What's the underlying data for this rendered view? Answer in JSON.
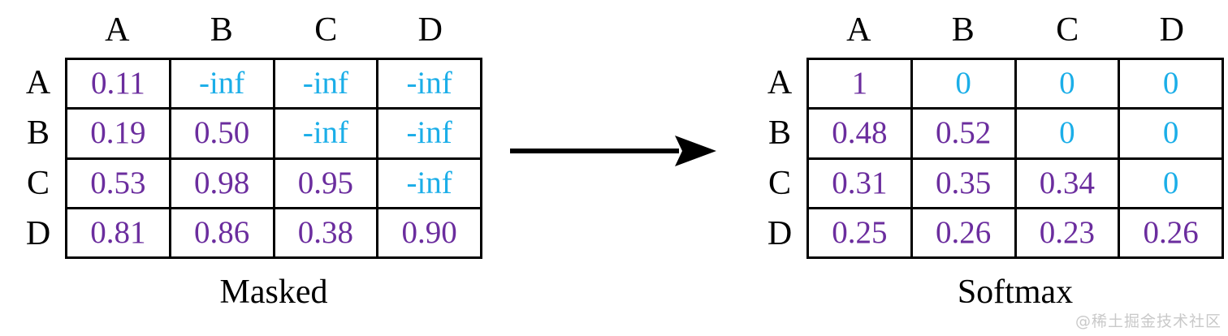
{
  "figures": [
    {
      "id": "masked",
      "caption": "Masked",
      "col_headers": [
        "A",
        "B",
        "C",
        "D"
      ],
      "row_labels": [
        "A",
        "B",
        "C",
        "D"
      ],
      "rows": [
        [
          {
            "text": "0.11",
            "kind": "number"
          },
          {
            "text": "-inf",
            "kind": "mask"
          },
          {
            "text": "-inf",
            "kind": "mask"
          },
          {
            "text": "-inf",
            "kind": "mask"
          }
        ],
        [
          {
            "text": "0.19",
            "kind": "number"
          },
          {
            "text": "0.50",
            "kind": "number"
          },
          {
            "text": "-inf",
            "kind": "mask"
          },
          {
            "text": "-inf",
            "kind": "mask"
          }
        ],
        [
          {
            "text": "0.53",
            "kind": "number"
          },
          {
            "text": "0.98",
            "kind": "number"
          },
          {
            "text": "0.95",
            "kind": "number"
          },
          {
            "text": "-inf",
            "kind": "mask"
          }
        ],
        [
          {
            "text": "0.81",
            "kind": "number"
          },
          {
            "text": "0.86",
            "kind": "number"
          },
          {
            "text": "0.38",
            "kind": "number"
          },
          {
            "text": "0.90",
            "kind": "number"
          }
        ]
      ]
    },
    {
      "id": "softmax",
      "caption": "Softmax",
      "col_headers": [
        "A",
        "B",
        "C",
        "D"
      ],
      "row_labels": [
        "A",
        "B",
        "C",
        "D"
      ],
      "rows": [
        [
          {
            "text": "1",
            "kind": "number"
          },
          {
            "text": "0",
            "kind": "mask"
          },
          {
            "text": "0",
            "kind": "mask"
          },
          {
            "text": "0",
            "kind": "mask"
          }
        ],
        [
          {
            "text": "0.48",
            "kind": "number"
          },
          {
            "text": "0.52",
            "kind": "number"
          },
          {
            "text": "0",
            "kind": "mask"
          },
          {
            "text": "0",
            "kind": "mask"
          }
        ],
        [
          {
            "text": "0.31",
            "kind": "number"
          },
          {
            "text": "0.35",
            "kind": "number"
          },
          {
            "text": "0.34",
            "kind": "number"
          },
          {
            "text": "0",
            "kind": "mask"
          }
        ],
        [
          {
            "text": "0.25",
            "kind": "number"
          },
          {
            "text": "0.26",
            "kind": "number"
          },
          {
            "text": "0.23",
            "kind": "number"
          },
          {
            "text": "0.26",
            "kind": "number"
          }
        ]
      ]
    }
  ],
  "arrow": {
    "icon": "right-arrow-icon",
    "direction": "right",
    "color": "#000000"
  },
  "colors": {
    "number": "#6B2D9E",
    "mask": "#1BAEE8",
    "border": "#000000",
    "text": "#000000",
    "watermark": "#c9c9c9"
  },
  "watermark": {
    "text": "@稀土掘金技术社区"
  }
}
